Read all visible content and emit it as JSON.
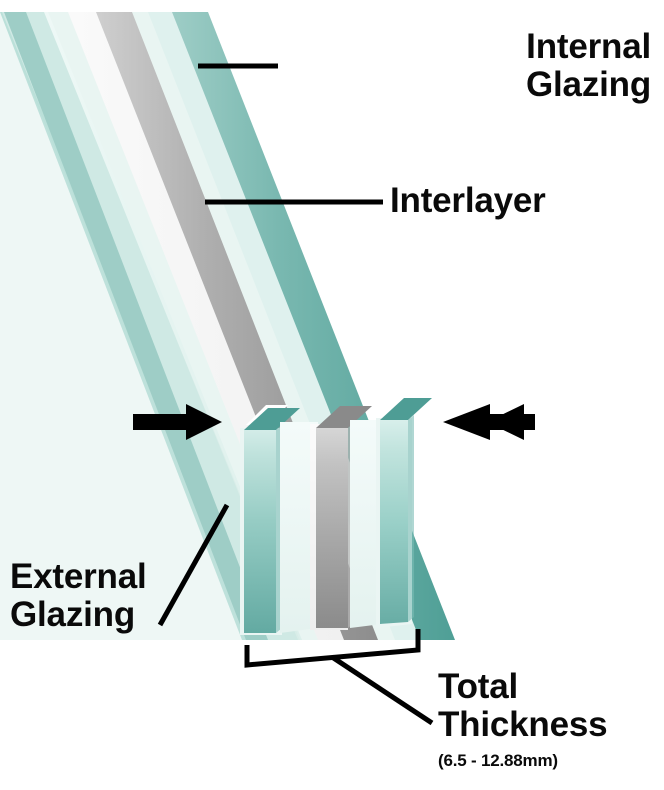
{
  "diagram": {
    "title": "Laminated glass construction cross-section",
    "background_color": "#ffffff",
    "labels": {
      "internal_glazing": "Internal\nGlazing",
      "interlayer": "Interlayer",
      "external_glazing": "External\nGlazing",
      "total_thickness": "Total\nThickness",
      "total_thickness_range": "(6.5 - 12.88mm)"
    },
    "colors": {
      "glass_pane_plane": "#e8f4f1",
      "glass_edge_teal_dark": "#4d9b93",
      "glass_edge_teal_mid": "#7fc0b8",
      "glass_edge_teal_light": "#b8e0da",
      "glass_face_light": "#d8efeb",
      "interlayer_gray_dark": "#8c8c8c",
      "interlayer_gray_mid": "#b5b5b5",
      "interlayer_gray_light": "#f2f2f2",
      "interlayer_face": "#f4f4f4",
      "leader_line": "#000000",
      "arrow": "#000000",
      "text": "#0a0a0a"
    },
    "layers": [
      {
        "name": "internal-glazing-pane",
        "material": "glass",
        "tint": "teal"
      },
      {
        "name": "interlayer-pane",
        "material": "pvb-interlayer",
        "tint": "gray"
      },
      {
        "name": "external-glazing-pane",
        "material": "glass",
        "tint": "teal"
      }
    ],
    "annotations": {
      "compression_arrow_left": "arrow-right",
      "compression_arrow_right": "arrow-left",
      "thickness_brace": "bracket-spanning-all-three-panes"
    }
  }
}
